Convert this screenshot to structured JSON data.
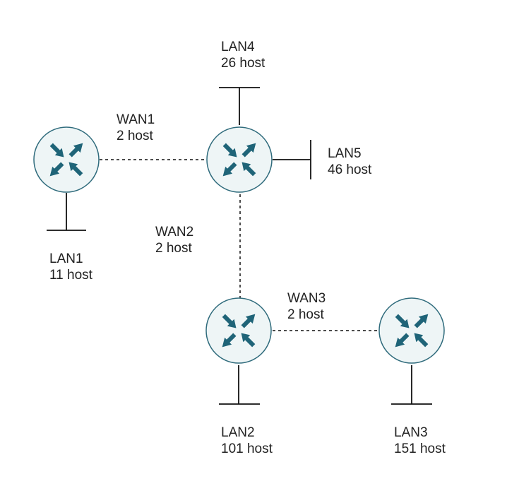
{
  "colors": {
    "router_fill": "#eef5f6",
    "router_stroke": "#2f6b7c",
    "arrow": "#1f6478",
    "line": "#111111",
    "text": "#222222"
  },
  "routers": [
    {
      "id": "r1",
      "icon": "router-icon"
    },
    {
      "id": "r2",
      "icon": "router-icon"
    },
    {
      "id": "r3",
      "icon": "router-icon"
    },
    {
      "id": "r4",
      "icon": "router-icon"
    }
  ],
  "links": {
    "wan1": {
      "name": "WAN1",
      "hosts": "2 host"
    },
    "wan2": {
      "name": "WAN2",
      "hosts": "2 host"
    },
    "wan3": {
      "name": "WAN3",
      "hosts": "2 host"
    }
  },
  "lans": {
    "lan1": {
      "name": "LAN1",
      "hosts": "11 host"
    },
    "lan2": {
      "name": "LAN2",
      "hosts": "101 host"
    },
    "lan3": {
      "name": "LAN3",
      "hosts": "151 host"
    },
    "lan4": {
      "name": "LAN4",
      "hosts": "26 host"
    },
    "lan5": {
      "name": "LAN5",
      "hosts": "46 host"
    }
  }
}
